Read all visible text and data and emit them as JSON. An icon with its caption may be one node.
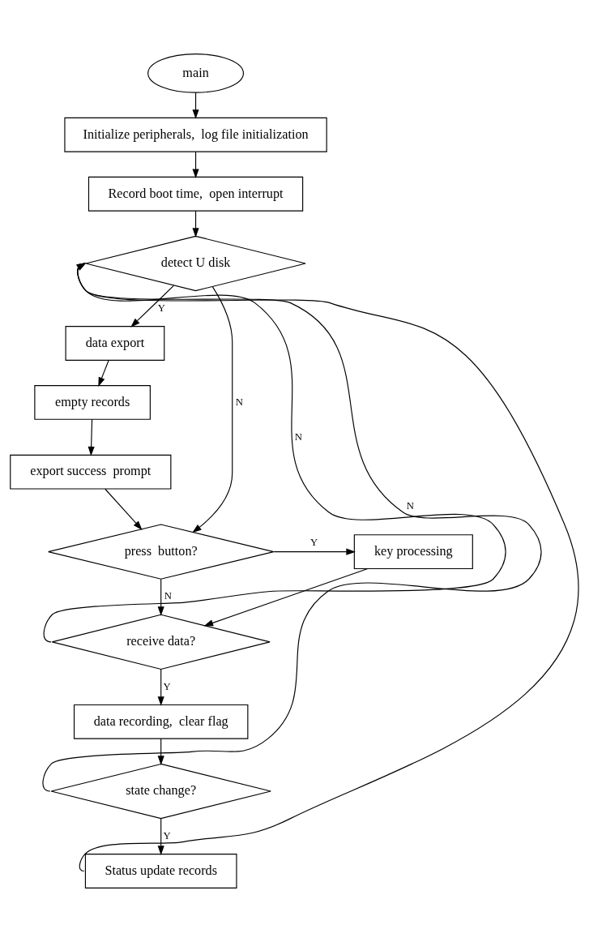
{
  "diagram": {
    "nodes": [
      {
        "text": [
          "main"
        ]
      },
      {
        "text": [
          "Initialize peripherals,  log file initialization"
        ]
      },
      {
        "text": [
          "Record boot time,  open interrupt"
        ]
      },
      {
        "text": [
          "detect U disk"
        ]
      },
      {
        "text": [
          "data export"
        ]
      },
      {
        "text": [
          "empty records"
        ]
      },
      {
        "text": [
          "export success  prompt"
        ]
      },
      {
        "text": [
          "press  button?"
        ]
      },
      {
        "text": [
          "key processing"
        ]
      },
      {
        "text": [
          "receive data?"
        ]
      },
      {
        "text": [
          "data recording,  clear flag"
        ]
      },
      {
        "text": [
          "state change?"
        ]
      },
      {
        "text": [
          "Status update records"
        ]
      }
    ],
    "edges": [
      {
        "from": 0,
        "to": 1,
        "arrow": "to"
      },
      {
        "from": 1,
        "to": 2,
        "arrow": "to"
      },
      {
        "from": 2,
        "to": 3,
        "arrow": "to"
      },
      {
        "from": 3,
        "to": 4,
        "arrow": "to",
        "label": "Y"
      },
      {
        "from": 4,
        "to": 5,
        "arrow": "to"
      },
      {
        "from": 5,
        "to": 6,
        "arrow": "to"
      },
      {
        "from": 6,
        "to": 7,
        "arrow": "to"
      },
      {
        "from": 3,
        "to": 7,
        "arrow": "to",
        "label": "N"
      },
      {
        "from": 7,
        "to": 8,
        "arrow": "to",
        "label": "Y"
      },
      {
        "from": 7,
        "to": 9,
        "arrow": "to",
        "label": "N"
      },
      {
        "from": 8,
        "to": 9,
        "arrow": "to"
      },
      {
        "from": 9,
        "to": 3,
        "arrow": "to",
        "label": "N"
      },
      {
        "from": 9,
        "to": 10,
        "arrow": "to",
        "label": "Y"
      },
      {
        "from": 10,
        "to": 11,
        "arrow": "to"
      },
      {
        "from": 11,
        "to": 3,
        "arrow": "to",
        "label": "N"
      },
      {
        "from": 11,
        "to": 12,
        "arrow": "to",
        "label": "Y"
      },
      {
        "from": 12,
        "to": 3,
        "arrow": "to"
      }
    ]
  }
}
